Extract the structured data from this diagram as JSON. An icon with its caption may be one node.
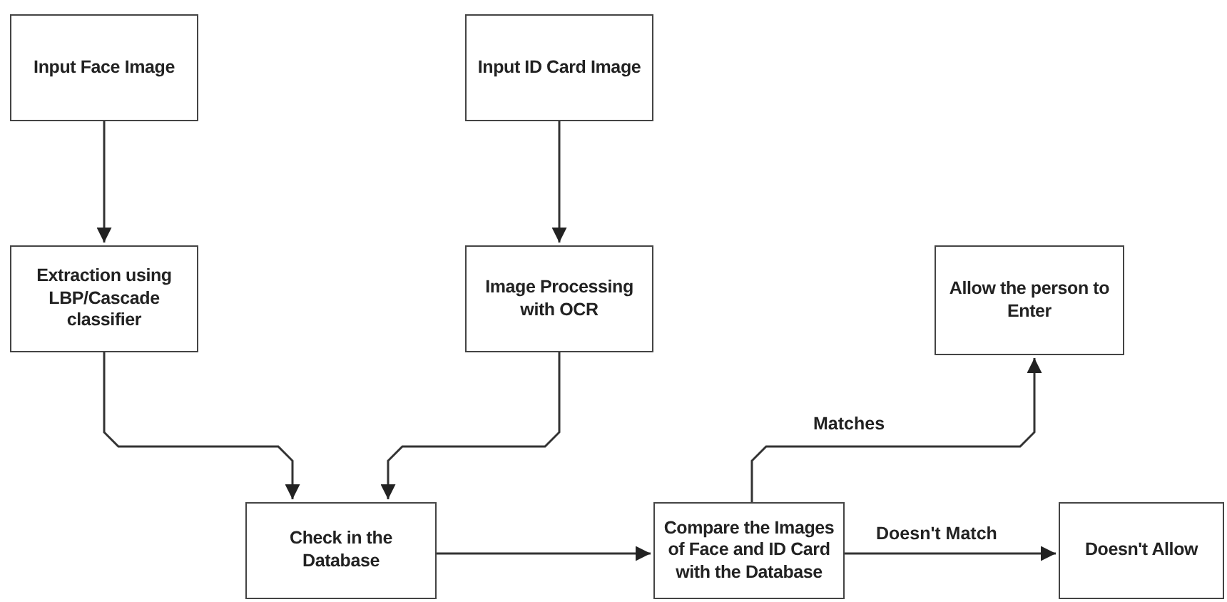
{
  "diagram": {
    "nodes": [
      {
        "text": [
          "Input Face Image"
        ]
      },
      {
        "text": [
          "Input ID Card Image"
        ]
      },
      {
        "text": [
          "Extraction using LBP/Cascade classifier"
        ]
      },
      {
        "text": [
          "Image Processing with OCR"
        ]
      },
      {
        "text": [
          "Allow the person to Enter"
        ]
      },
      {
        "text": [
          "Check in the Database"
        ]
      },
      {
        "text": [
          "Compare the Images of Face and ID Card with the Database"
        ]
      },
      {
        "text": [
          "Doesn't Allow"
        ]
      }
    ],
    "edges": [
      {
        "from": 0,
        "to": 2,
        "arrow": "to"
      },
      {
        "from": 1,
        "to": 3,
        "arrow": "to"
      },
      {
        "from": 2,
        "to": 5,
        "arrow": "to"
      },
      {
        "from": 3,
        "to": 5,
        "arrow": "to"
      },
      {
        "from": 5,
        "to": 6,
        "arrow": "to"
      },
      {
        "from": 6,
        "to": 4,
        "arrow": "to",
        "label": "Matches"
      },
      {
        "from": 6,
        "to": 7,
        "arrow": "to",
        "label": "Doesn't Match"
      }
    ]
  }
}
